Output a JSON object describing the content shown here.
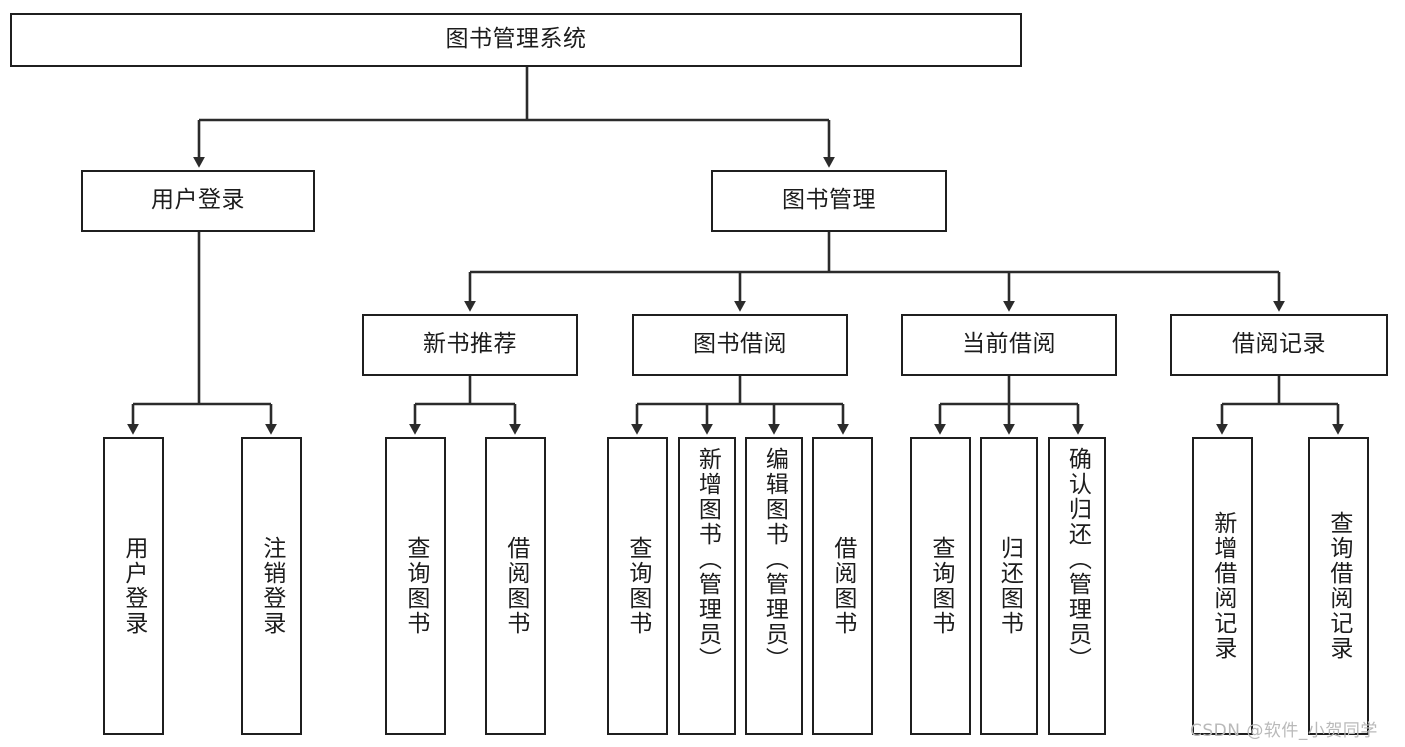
{
  "diagram": {
    "title": "图书管理系统",
    "type": "hierarchy-tree",
    "watermark": "CSDN @软件_小贺同学",
    "colors": {
      "stroke": "#1f1f1f",
      "fill": "#ffffff",
      "text": "#1c1c1c",
      "watermark": "#b9b9b9"
    },
    "levels": {
      "root": {
        "label": "图书管理系统"
      },
      "level2": [
        {
          "label": "用户登录"
        },
        {
          "label": "图书管理"
        }
      ],
      "level3": [
        {
          "label": "新书推荐"
        },
        {
          "label": "图书借阅"
        },
        {
          "label": "当前借阅"
        },
        {
          "label": "借阅记录"
        }
      ],
      "leaves": {
        "user_login": [
          {
            "label": "用户登录"
          },
          {
            "label": "注销登录"
          }
        ],
        "new_book_recommend": [
          {
            "label": "查询图书"
          },
          {
            "label": "借阅图书"
          }
        ],
        "book_borrow": [
          {
            "label": "查询图书"
          },
          {
            "label": "新增图书（管理员）"
          },
          {
            "label": "编辑图书（管理员）"
          },
          {
            "label": "借阅图书"
          }
        ],
        "current_borrow": [
          {
            "label": "查询图书"
          },
          {
            "label": "归还图书"
          },
          {
            "label": "确认归还（管理员）"
          }
        ],
        "borrow_record": [
          {
            "label": "新增借阅记录"
          },
          {
            "label": "查询借阅记录"
          }
        ]
      }
    }
  }
}
